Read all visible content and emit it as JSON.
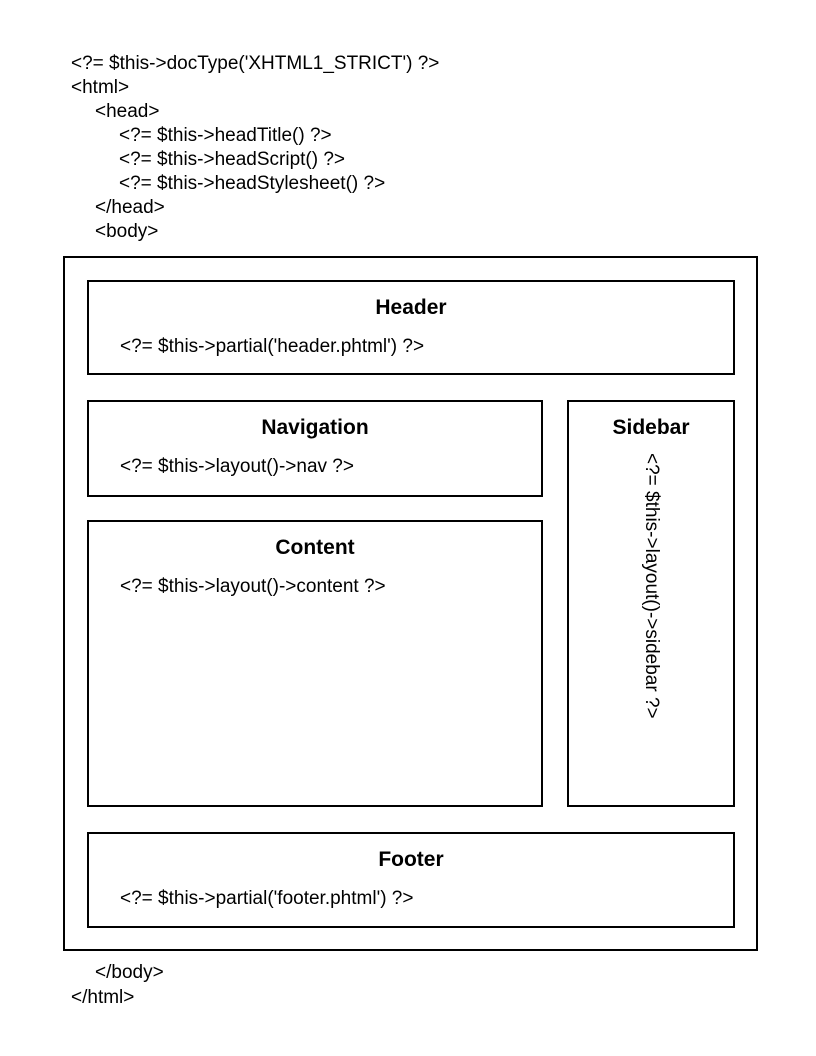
{
  "colors": {
    "background": "#ffffff",
    "border": "#000000",
    "text": "#000000"
  },
  "code": {
    "top_lines": [
      "<?= $this->docType('XHTML1_STRICT') ?>",
      "<html>",
      "\t<head>",
      "\t\t<?= $this->headTitle() ?>",
      "\t\t<?= $this->headScript() ?>",
      "\t\t<?= $this->headStylesheet() ?>",
      "\t</head>",
      "\t<body>"
    ],
    "bottom_lines": [
      "\t</body>",
      "</html>"
    ]
  },
  "diagram": {
    "header": {
      "title": "Header",
      "code": "<?= $this->partial('header.phtml') ?>"
    },
    "navigation": {
      "title": "Navigation",
      "code": "<?= $this->layout()->nav ?>"
    },
    "content": {
      "title": "Content",
      "code": "<?= $this->layout()->content ?>"
    },
    "sidebar": {
      "title": "Sidebar",
      "code": "<?= $this->layout()->sidebar ?>"
    },
    "footer": {
      "title": "Footer",
      "code": "<?= $this->partial('footer.phtml') ?>"
    }
  }
}
